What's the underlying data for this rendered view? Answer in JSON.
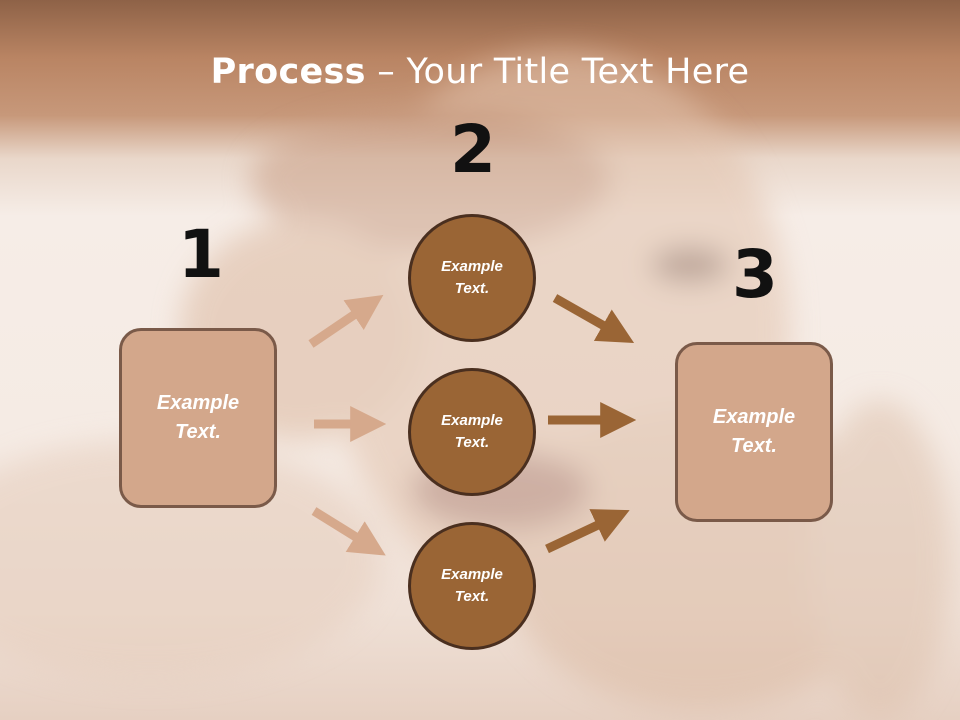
{
  "title": {
    "bold": "Process",
    "rest": " – Your Title Text Here"
  },
  "steps": {
    "one": "1",
    "two": "2",
    "three": "3"
  },
  "left_box": {
    "line1": "Example",
    "line2": "Text."
  },
  "right_box": {
    "line1": "Example",
    "line2": "Text."
  },
  "circles": [
    {
      "line1": "Example",
      "line2": "Text."
    },
    {
      "line1": "Example",
      "line2": "Text."
    },
    {
      "line1": "Example",
      "line2": "Text."
    }
  ],
  "colors": {
    "light_arrow": "#d6a98c",
    "dark_arrow": "#9a6535",
    "box_fill": "#d3a78b",
    "circle_fill": "#9a6535"
  }
}
